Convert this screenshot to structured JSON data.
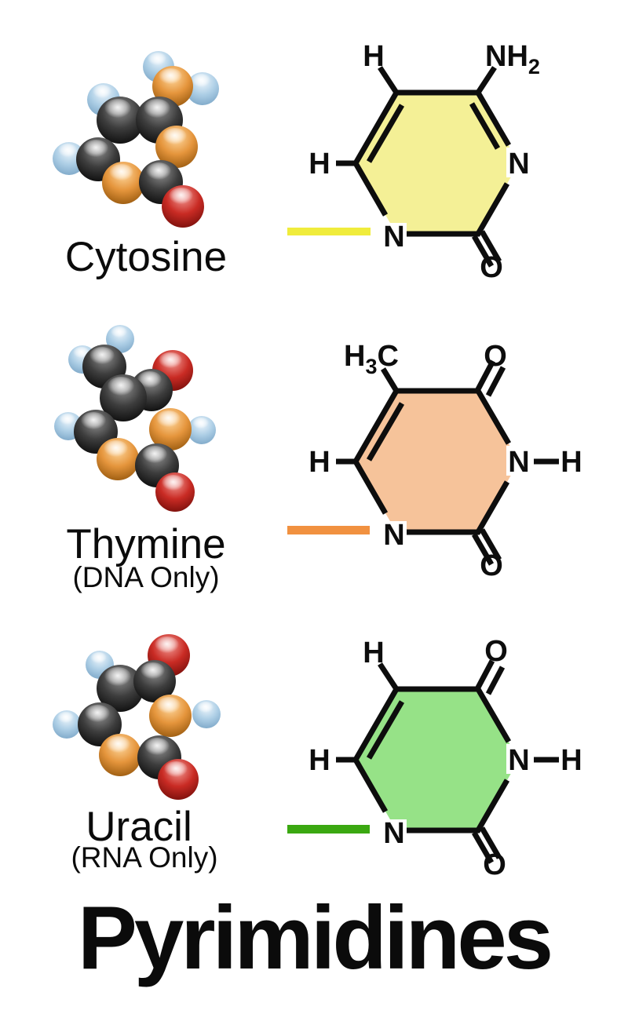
{
  "page": {
    "title": "Pyrimidines",
    "background": "#ffffff"
  },
  "atom_colors": {
    "C": [
      "#919191",
      "#3d3d3d",
      "#0e0e0e"
    ],
    "N": [
      "#ffd9a0",
      "#e5953c",
      "#9c5c10"
    ],
    "H": [
      "#eef6fc",
      "#aecfe6",
      "#7fa9c9"
    ],
    "O": [
      "#f29a94",
      "#c92b24",
      "#7c100c"
    ]
  },
  "molecules": [
    {
      "id": "cytosine",
      "name": "Cytosine",
      "subname": "",
      "ring_fill": "#f4f096",
      "dash_color": "#f0ec3c",
      "labels": {
        "top_left_h": "H",
        "amine": "NH",
        "amine_sub": "2",
        "left_h": "H",
        "ring_n_right": "N",
        "ring_n_bottom": "N",
        "keto_o_bottom": "O"
      },
      "model_atoms": [
        [
          "H",
          142,
          45,
          20
        ],
        [
          "H",
          198,
          73,
          21
        ],
        [
          "N",
          160,
          70,
          26
        ],
        [
          "H",
          72,
          87,
          21
        ],
        [
          "C",
          93,
          113,
          30
        ],
        [
          "C",
          143,
          113,
          30
        ],
        [
          "N",
          165,
          147,
          27
        ],
        [
          "H",
          28,
          162,
          21
        ],
        [
          "C",
          65,
          163,
          28
        ],
        [
          "N",
          97,
          193,
          27
        ],
        [
          "C",
          145,
          192,
          28
        ],
        [
          "O",
          173,
          223,
          27
        ]
      ]
    },
    {
      "id": "thymine",
      "name": "Thymine",
      "subname": "(DNA Only)",
      "ring_fill": "#f6c39a",
      "dash_color": "#f19140",
      "labels": {
        "methyl_h": "H",
        "methyl_sub": "3",
        "methyl_c": "C",
        "keto_o_top": "O",
        "left_h": "H",
        "ring_n_right": "N",
        "amide_h": "H",
        "ring_n_bottom": "N",
        "keto_o_bottom": "O"
      },
      "model_atoms": [
        [
          "H",
          103,
          32,
          18
        ],
        [
          "H",
          55,
          58,
          18
        ],
        [
          "C",
          83,
          67,
          28
        ],
        [
          "O",
          170,
          72,
          26
        ],
        [
          "C",
          143,
          97,
          27
        ],
        [
          "C",
          107,
          107,
          30
        ],
        [
          "H",
          37,
          143,
          18
        ],
        [
          "H",
          207,
          148,
          18
        ],
        [
          "N",
          167,
          147,
          27
        ],
        [
          "C",
          72,
          150,
          28
        ],
        [
          "N",
          100,
          185,
          27
        ],
        [
          "C",
          150,
          193,
          28
        ],
        [
          "O",
          173,
          227,
          25
        ]
      ]
    },
    {
      "id": "uracil",
      "name": "Uracil",
      "subname": "(RNA Only)",
      "ring_fill": "#96e287",
      "dash_color": "#3ba811",
      "labels": {
        "top_left_h": "H",
        "keto_o_top": "O",
        "left_h": "H",
        "ring_n_right": "N",
        "amide_h": "H",
        "ring_n_bottom": "N",
        "keto_o_bottom": "O"
      },
      "model_atoms": [
        [
          "H",
          77,
          67,
          18
        ],
        [
          "O",
          165,
          55,
          27
        ],
        [
          "C",
          103,
          97,
          30
        ],
        [
          "C",
          147,
          88,
          27
        ],
        [
          "H",
          35,
          143,
          18
        ],
        [
          "H",
          213,
          130,
          18
        ],
        [
          "N",
          167,
          132,
          27
        ],
        [
          "C",
          77,
          143,
          28
        ],
        [
          "N",
          103,
          182,
          27
        ],
        [
          "C",
          153,
          185,
          28
        ],
        [
          "O",
          177,
          213,
          26
        ]
      ]
    }
  ]
}
